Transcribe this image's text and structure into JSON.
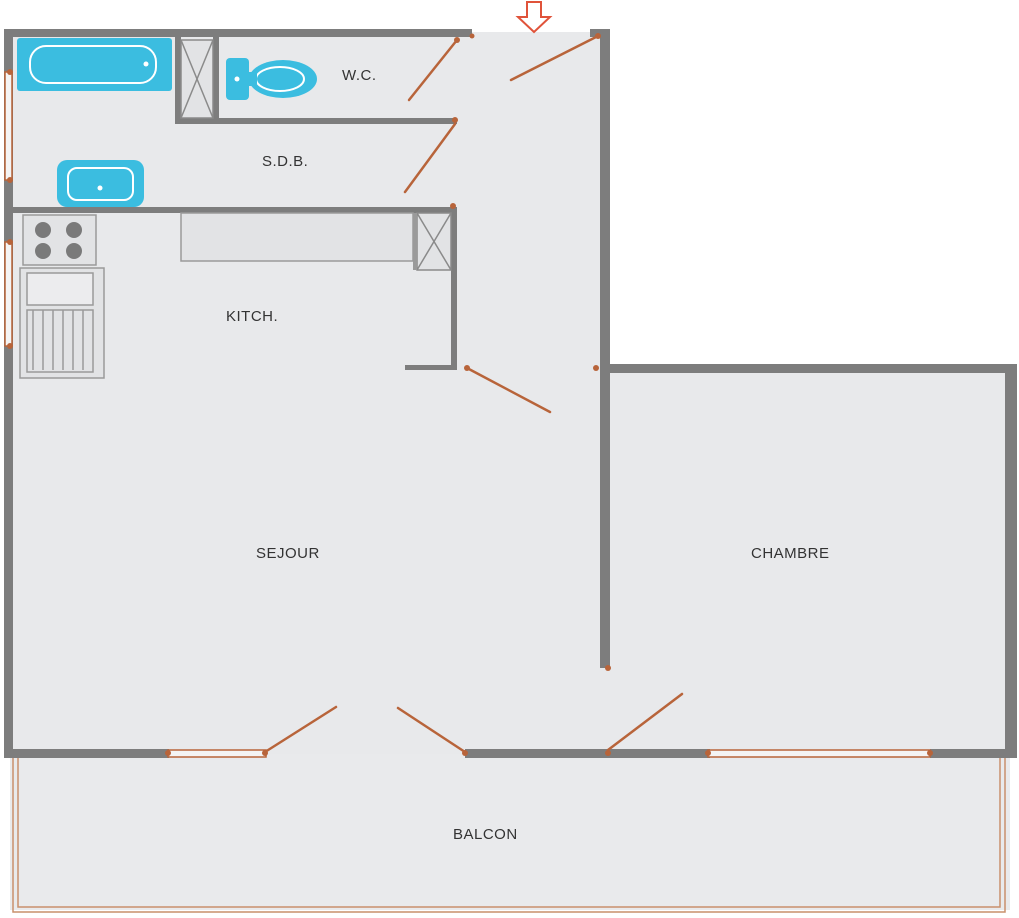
{
  "rooms": {
    "wc": "W.C.",
    "sdb": "S.D.B.",
    "kitchen": "KITCH.",
    "sejour": "SEJOUR",
    "chambre": "CHAMBRE",
    "balcon": "BALCON"
  },
  "colors": {
    "floor": "#e8e9eb",
    "wall": "#7d7d7d",
    "fixture": "#3bbde0",
    "door": "#b8643a",
    "entrance_arrow": "#e0533a",
    "label": "#333333"
  },
  "icons": {
    "entrance": "down-arrow-icon",
    "bathtub": "bathtub-icon",
    "toilet": "toilet-icon",
    "sink": "sink-icon",
    "stove": "stove-icon",
    "dish_rack": "dish-rack-icon",
    "closet": "closet-icon"
  }
}
